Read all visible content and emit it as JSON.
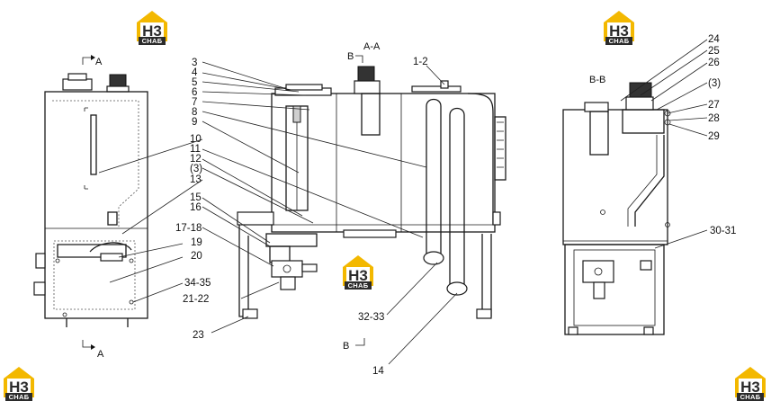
{
  "logo": {
    "badge": "H3",
    "caption": "СНАБ",
    "color_accent": "#f3b800",
    "color_dark": "#2b2b2b"
  },
  "section_marks": {
    "a_top": "A",
    "a_bottom": "A",
    "aa": "A-A",
    "b_top": "B",
    "b_bottom": "B",
    "bb": "B-B"
  },
  "callouts": {
    "c3": "3",
    "c4": "4",
    "c5": "5",
    "c6": "6",
    "c7": "7",
    "c8": "8",
    "c9": "9",
    "c10": "10",
    "c11": "11",
    "c12": "12",
    "c3b": "(3)",
    "c13": "13",
    "c15": "15",
    "c16": "16",
    "c17_18": "17-18",
    "c19": "19",
    "c20": "20",
    "c34_35": "34-35",
    "c21_22": "21-22",
    "c23": "23",
    "c1_2": "1-2",
    "c32_33": "32-33",
    "c14": "14",
    "c24": "24",
    "c25": "25",
    "c26": "26",
    "c3c": "(3)",
    "c27": "27",
    "c28": "28",
    "c29": "29",
    "c30_31": "30-31"
  }
}
